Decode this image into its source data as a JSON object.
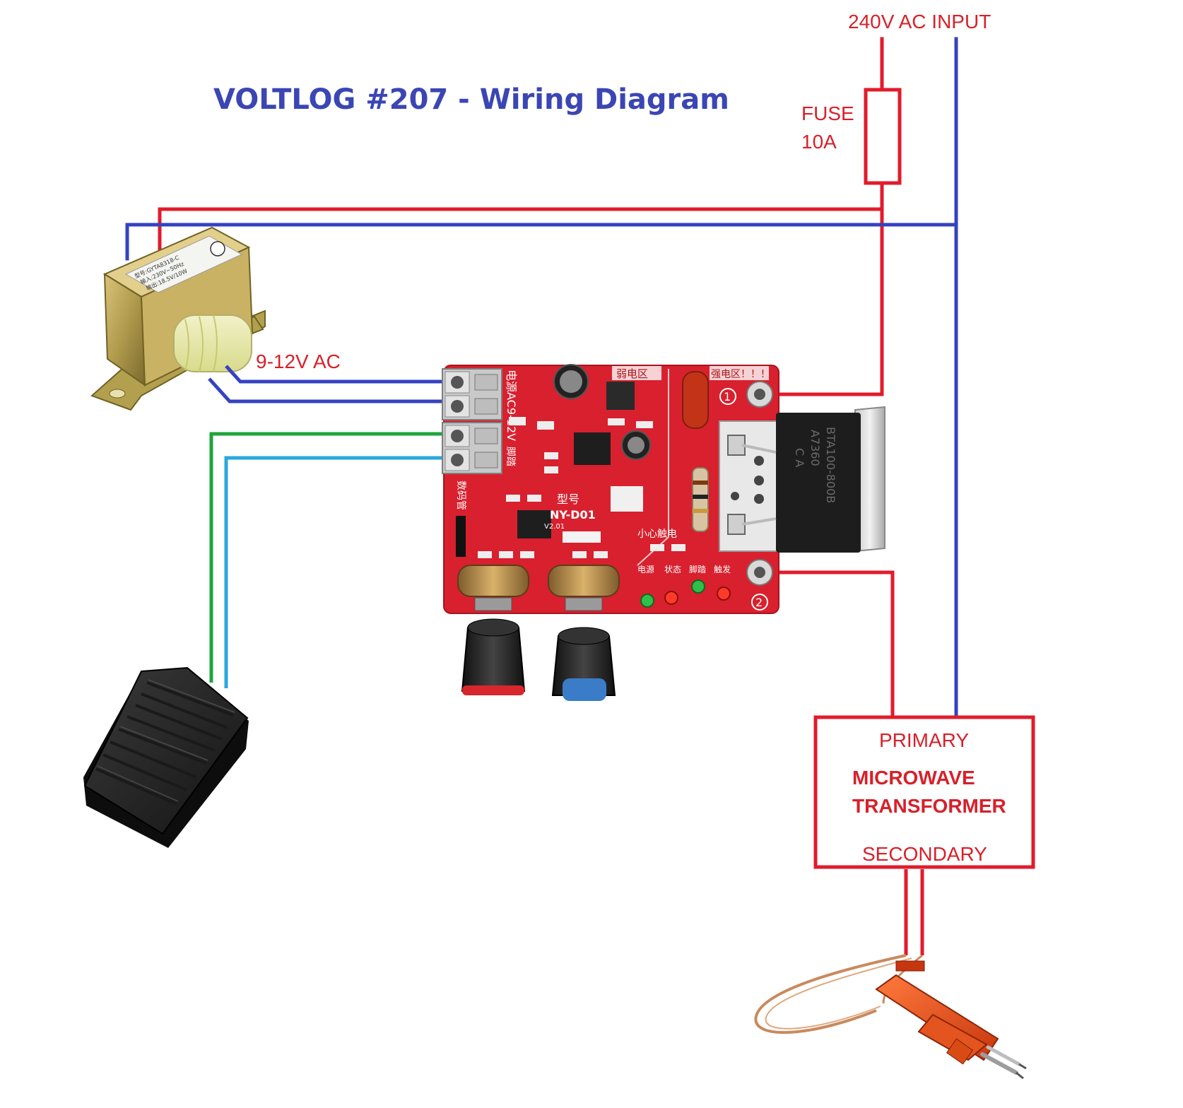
{
  "title": "VOLTLOG #207 - Wiring Diagram",
  "labels": {
    "ac_input": "240V AC INPUT",
    "fuse_line1": "FUSE",
    "fuse_line2": "10A",
    "secondary_voltage": "9-12V AC",
    "primary": "PRIMARY",
    "mot_line1": "MICROWAVE",
    "mot_line2": "TRANSFORMER",
    "secondary": "SECONDARY"
  },
  "board": {
    "model_label": "型号",
    "model": "NY-D01",
    "version": "V2.01",
    "weak_zone": "弱电区",
    "strong_zone": "强电区！！！",
    "caution": "小心触电",
    "power_label": "电源AC9-12V",
    "foot_label": "脚踏",
    "display_label": "数码管",
    "led_labels": [
      "电源",
      "状态",
      "脚踏",
      "触发"
    ],
    "terminal_1": "1",
    "terminal_2": "2",
    "triac_text": [
      "BTA100-800B",
      "A7360",
      "C  A"
    ]
  },
  "transformer_label": [
    "型号:GYTA8318-C",
    "输入:230V~50Hz",
    "输出:18.5V/10W"
  ],
  "colors": {
    "title": "#3b46b4",
    "red_wire": "#e21b2b",
    "blue_wire": "#3443c0",
    "green_wire": "#1fa43a",
    "cyan_wire": "#2aa7de",
    "label_red": "#d8202a",
    "board_red": "#d8202e"
  }
}
